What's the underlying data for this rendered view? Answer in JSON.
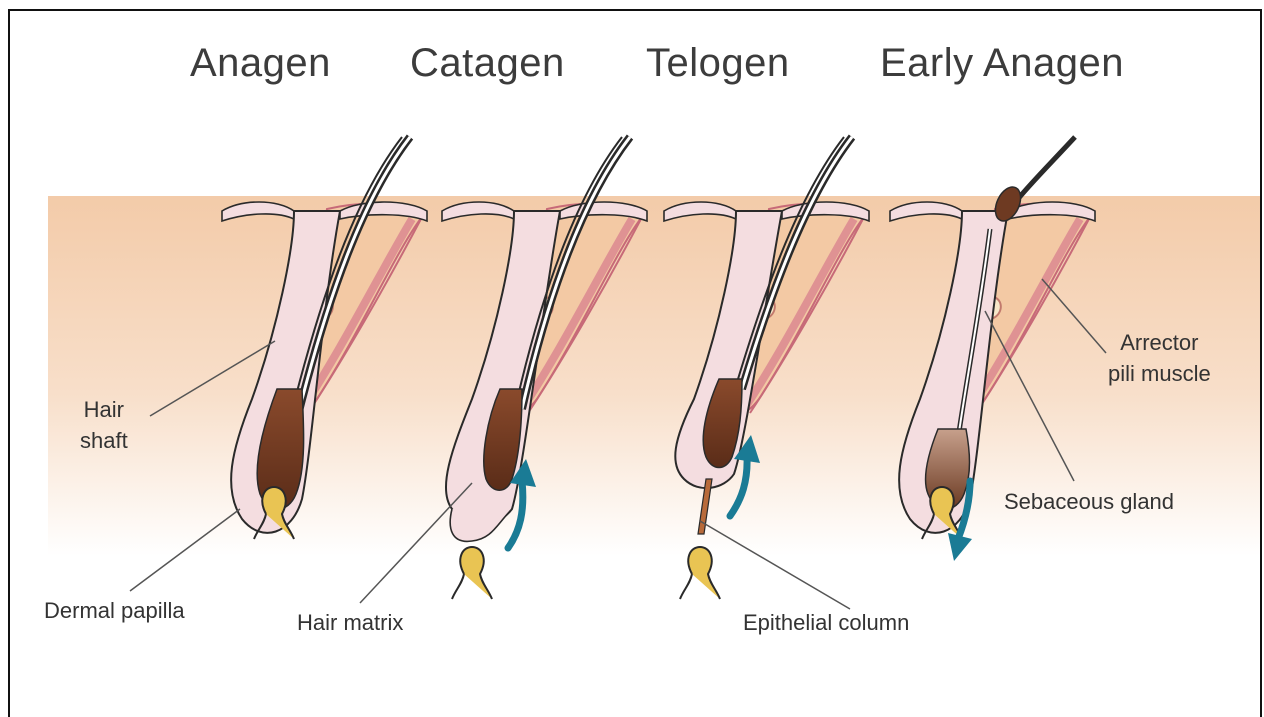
{
  "stages": [
    {
      "title": "Anagen"
    },
    {
      "title": "Catagen"
    },
    {
      "title": "Telogen"
    },
    {
      "title": "Early Anagen"
    }
  ],
  "labels": {
    "hair_shaft_line1": "Hair",
    "hair_shaft_line2": "shaft",
    "dermal_papilla": "Dermal papilla",
    "hair_matrix": "Hair matrix",
    "epithelial_column": "Epithelial column",
    "arrector_line1": "Arrector",
    "arrector_line2": "pili muscle",
    "sebaceous_gland": "Sebaceous gland"
  },
  "colors": {
    "skin_top": "#f3cba9",
    "skin_bottom": "#ffffff",
    "follicle_sheath": "#f4dde0",
    "follicle_outline": "#2a2a2a",
    "hair_bulb": "#6e3a22",
    "dermal_papilla": "#e9c453",
    "muscle": "#d9858e",
    "gland": "#f6e7c8",
    "arrow": "#1a7b95",
    "label_text": "#333333",
    "title_text": "#3c3c3c"
  },
  "arrows": [
    {
      "stage": "Catagen",
      "direction": "up"
    },
    {
      "stage": "Telogen",
      "direction": "up"
    },
    {
      "stage": "Early Anagen",
      "direction": "down"
    }
  ]
}
